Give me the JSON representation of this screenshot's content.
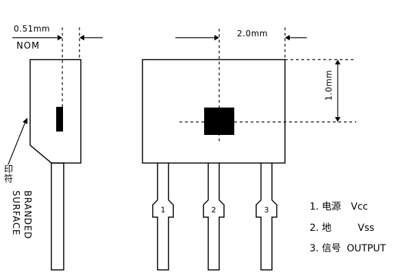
{
  "dimensions": {
    "lead_width": "0.51mm",
    "lead_width_note": "NOM",
    "body_width": "2.0mm",
    "body_height": "1.0mm"
  },
  "branded_surface": {
    "chinese": "印符",
    "english_line1": "BRANDED",
    "english_line2": "SURFACE"
  },
  "pins": [
    {
      "number": "1"
    },
    {
      "number": "2"
    },
    {
      "number": "3"
    }
  ],
  "legend": [
    {
      "index": "1.",
      "chinese": "电源",
      "name": "Vcc"
    },
    {
      "index": "2.",
      "chinese": "地",
      "name": "Vss"
    },
    {
      "index": "3.",
      "chinese": "信号",
      "name": "OUTPUT"
    }
  ]
}
